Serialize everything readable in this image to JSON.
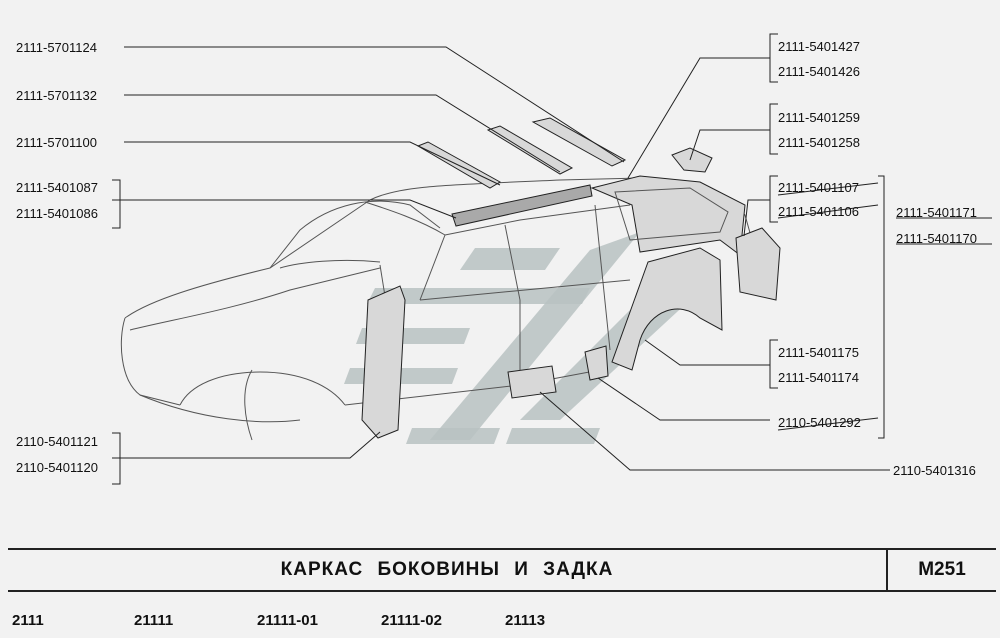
{
  "title": "КАРКАС  БОКОВИНЫ  И  ЗАДКА",
  "page_code": "M251",
  "models": [
    "2111",
    "21111",
    "21111-01",
    "21111-02",
    "21113"
  ],
  "labels": {
    "l_5701124": "2111-5701124",
    "l_5701132": "2111-5701132",
    "l_5701100": "2111-5701100",
    "l_5401087": "2111-5401087",
    "l_5401086": "2111-5401086",
    "l_5401121": "2110-5401121",
    "l_5401120": "2110-5401120",
    "r_5401427": "2111-5401427",
    "r_5401426": "2111-5401426",
    "r_5401259": "2111-5401259",
    "r_5401258": "2111-5401258",
    "r_5401107": "2111-5401107",
    "r_5401106": "2111-5401106",
    "r_5401171": "2111-5401171",
    "r_5401170": "2111-5401170",
    "r_5401175": "2111-5401175",
    "r_5401174": "2111-5401174",
    "r_5401292": "2110-5401292",
    "r_5401316": "2110-5401316"
  }
}
